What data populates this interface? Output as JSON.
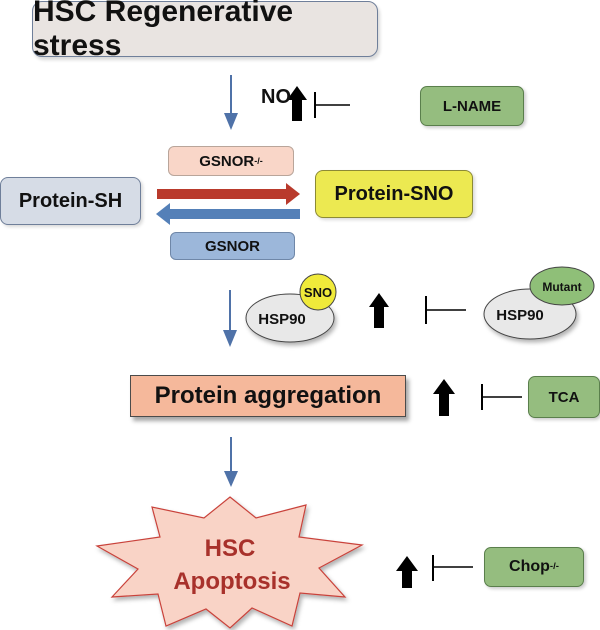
{
  "diagram": {
    "title": "HSC Regenerative stress",
    "no_label": "NO",
    "inhibitors": {
      "l_name": "L-NAME",
      "tca": "TCA",
      "chop_base": "Chop",
      "chop_sup": "-/-"
    },
    "nodes": {
      "protein_sh": "Protein-SH",
      "protein_sno": "Protein-SNO",
      "gsnor_ko_base": "GSNOR",
      "gsnor_ko_sup": "-/-",
      "gsnor": "GSNOR",
      "hsp90_sno": {
        "main": "HSP90",
        "badge": "SNO"
      },
      "hsp90_mutant": {
        "main": "HSP90",
        "badge": "Mutant"
      },
      "protein_aggregation": "Protein aggregation",
      "apoptosis_line1": "HSC",
      "apoptosis_line2": "Apoptosis"
    },
    "colors": {
      "flow_arrow": "#4f72a8",
      "forward_arrow": "#b93a2c",
      "reverse_arrow": "#5480b8",
      "apoptosis_text": "#a8312b",
      "inhibitor_fill": "#95bd7f",
      "sno_badge": "#f0ea3a",
      "mutant_badge": "#8fbf78"
    }
  }
}
